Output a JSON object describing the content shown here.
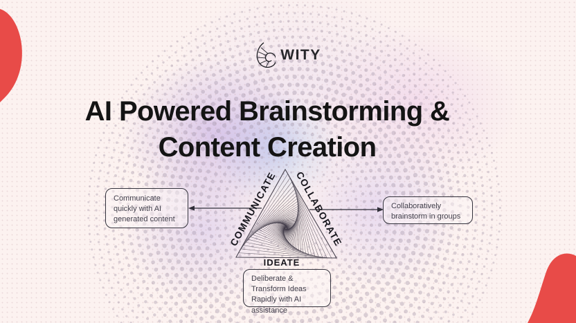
{
  "colors": {
    "background": "#fcf2f0",
    "accent_red": "#e84b48",
    "heading_text": "#141414",
    "box_border": "#32313b",
    "box_text": "#403e4a",
    "triangle_line": "#413c49",
    "halftone_dot": "#9a8ca0"
  },
  "logo": {
    "text": "WITY",
    "icon": "nautilus-shell"
  },
  "headline": {
    "line1": "AI Powered Brainstorming &",
    "line2": "Content Creation"
  },
  "diagram": {
    "type": "spiral-triangle",
    "edge_labels": {
      "left": "COMMUNICATE",
      "right": "COLLABORATE",
      "bottom": "IDEATE"
    }
  },
  "callouts": [
    {
      "id": "communicate",
      "position": "left",
      "text": "Communicate quickly with AI generated content"
    },
    {
      "id": "collaborate",
      "position": "right",
      "text": "Collaboratively brainstorm in groups"
    },
    {
      "id": "ideate",
      "position": "bottom",
      "text": "Deliberate & Transform Ideas Rapidly with AI assistance"
    }
  ]
}
